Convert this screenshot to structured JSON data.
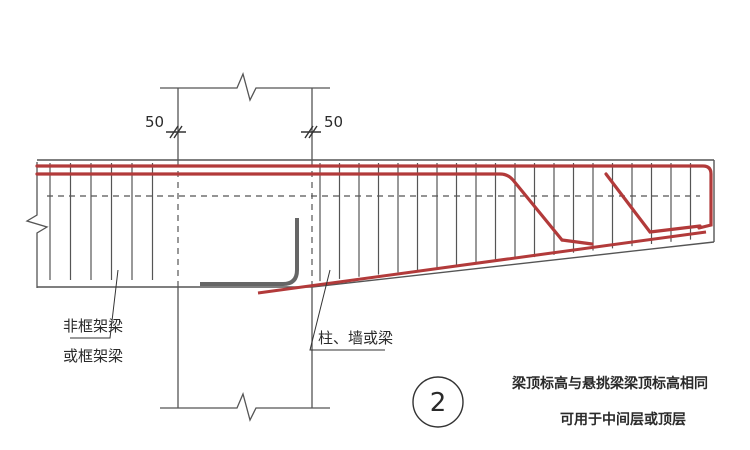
{
  "dimensions": {
    "left_offset": "50",
    "right_offset": "50"
  },
  "labels": {
    "beam_type_line1": "非框架梁",
    "beam_type_line2": "或框架梁",
    "support": "柱、墙或梁"
  },
  "detail": {
    "number": "2",
    "caption_line1": "梁顶标高与悬挑梁梁顶标高相同",
    "caption_line2": "可用于中间层或顶层"
  },
  "colors": {
    "line": "#555555",
    "rebar": "#b23a3a"
  }
}
